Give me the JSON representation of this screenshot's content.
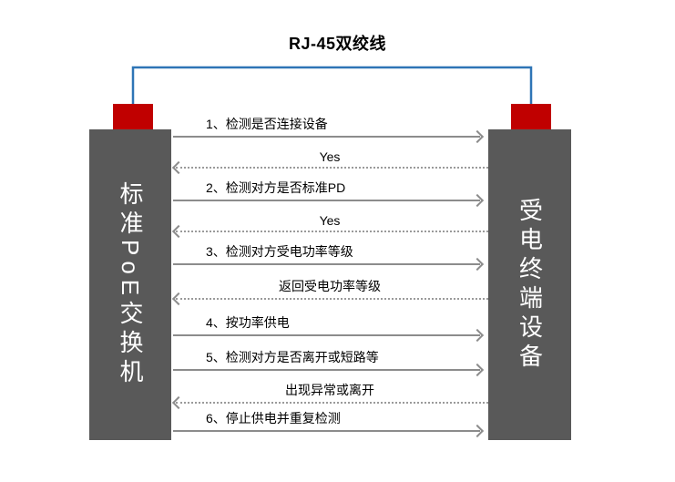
{
  "title": "RJ-45双绞线",
  "nodes": {
    "left": {
      "label": "标准PoE交换机"
    },
    "right": {
      "label": "受电终端设备"
    }
  },
  "colors": {
    "node_fill": "#595959",
    "connector_fill": "#C00000",
    "cable_stroke": "#2E75B6",
    "arrow_stroke": "#8C8C8C",
    "node_text": "#FFFFFF",
    "label_text": "#000000"
  },
  "messages": [
    {
      "label": "1、检测是否连接设备",
      "direction": "right",
      "line": "solid",
      "align": "left"
    },
    {
      "label": "Yes",
      "direction": "left",
      "line": "dotted",
      "align": "center"
    },
    {
      "label": "2、检测对方是否标准PD",
      "direction": "right",
      "line": "solid",
      "align": "left"
    },
    {
      "label": "Yes",
      "direction": "left",
      "line": "dotted",
      "align": "center"
    },
    {
      "label": "3、检测对方受电功率等级",
      "direction": "right",
      "line": "solid",
      "align": "left"
    },
    {
      "label": "返回受电功率等级",
      "direction": "left",
      "line": "dotted",
      "align": "center"
    },
    {
      "label": "4、按功率供电",
      "direction": "right",
      "line": "solid",
      "align": "left"
    },
    {
      "label": "5、检测对方是否离开或短路等",
      "direction": "right",
      "line": "solid",
      "align": "left"
    },
    {
      "label": "出现异常或离开",
      "direction": "left",
      "line": "dotted",
      "align": "center"
    },
    {
      "label": "6、停止供电并重复检测",
      "direction": "right",
      "line": "solid",
      "align": "left"
    }
  ]
}
